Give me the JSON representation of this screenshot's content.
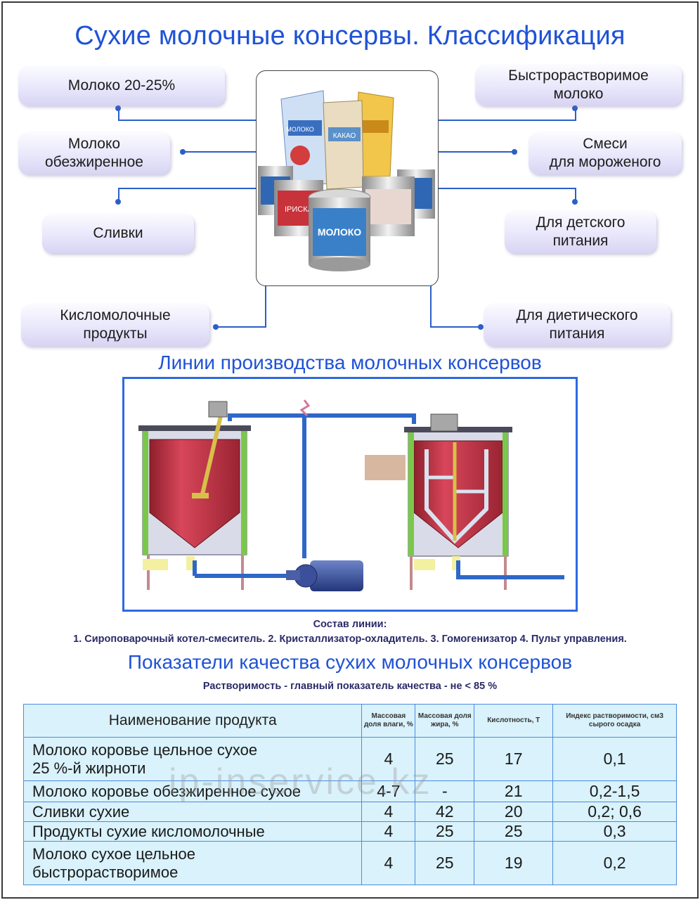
{
  "title": "Сухие молочные консервы. Классификация",
  "classification": {
    "left": [
      "Молоко 20-25%",
      "Молоко\nобезжиренное",
      "Сливки",
      "Кисломолочные\nпродукты"
    ],
    "right": [
      "Быстрорастворимое\nмолоко",
      "Смеси\nдля мороженого",
      "Для детского\nпитания",
      "Для диетического\nпитания"
    ],
    "product_labels": [
      "МОЛОКО",
      "КАКАО",
      "ІРИСКА",
      "МОЛОКО"
    ]
  },
  "production": {
    "title": "Линии производства молочных консервов",
    "caption_title": "Состав линии:",
    "caption_text": "1. Сироповарочный котел-смеситель. 2. Кристаллизатор-охладитель. 3. Гомогенизатор 4. Пульт управления."
  },
  "quality": {
    "title": "Показатели качества сухих молочных консервов",
    "subtitle": "Растворимость - главный показатель качества - не < 85 %",
    "headers": [
      "Наименование продукта",
      "Массовая доля влаги, %",
      "Массовая доля жира, %",
      "Кислотность, Т",
      "Индекс растворимости, см3 сырого осадка"
    ],
    "rows": [
      {
        "name": "Молоко коровье цельное сухое\n25 %-й жирноти",
        "moisture": "4",
        "fat": "25",
        "acidity": "17",
        "solubility": "0,1"
      },
      {
        "name": "Молоко коровье обезжиренное сухое",
        "moisture": "4-7",
        "fat": "-",
        "acidity": "21",
        "solubility": "0,2-1,5"
      },
      {
        "name": "Сливки сухие",
        "moisture": "4",
        "fat": "42",
        "acidity": "20",
        "solubility": "0,2; 0,6"
      },
      {
        "name": "Продукты сухие кисломолочные",
        "moisture": "4",
        "fat": "25",
        "acidity": "25",
        "solubility": "0,3"
      },
      {
        "name": "Молоко сухое цельное\nбыстрорастворимое",
        "moisture": "4",
        "fat": "25",
        "acidity": "19",
        "solubility": "0,2"
      }
    ]
  },
  "watermark": "ip-inservice.kz",
  "colors": {
    "title_blue": "#1f52d6",
    "line_blue": "#2b5fc8",
    "tank_red": "#c0344a",
    "table_bg": "#d9f2fb"
  }
}
